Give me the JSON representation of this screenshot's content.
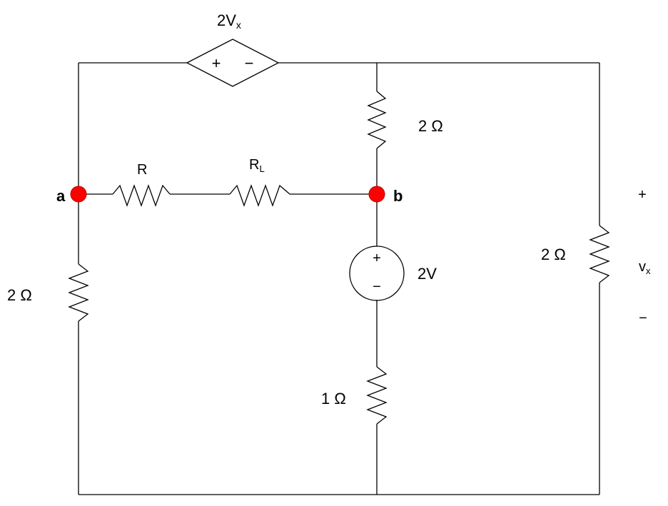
{
  "labels": {
    "dep_source_main": "2V",
    "dep_source_sub": "x",
    "res_top_right": "2 Ω",
    "res_R": "R",
    "res_RL_main": "R",
    "res_RL_sub": "L",
    "node_a": "a",
    "node_b": "b",
    "src_2v": "2V",
    "res_right": "2 Ω",
    "res_left": "2 Ω",
    "res_bottom": "1 Ω",
    "vx_main": "v",
    "vx_sub": "x",
    "plus": "+",
    "minus": "−"
  },
  "colors": {
    "node": "#ff0000",
    "wire": "#000000"
  }
}
